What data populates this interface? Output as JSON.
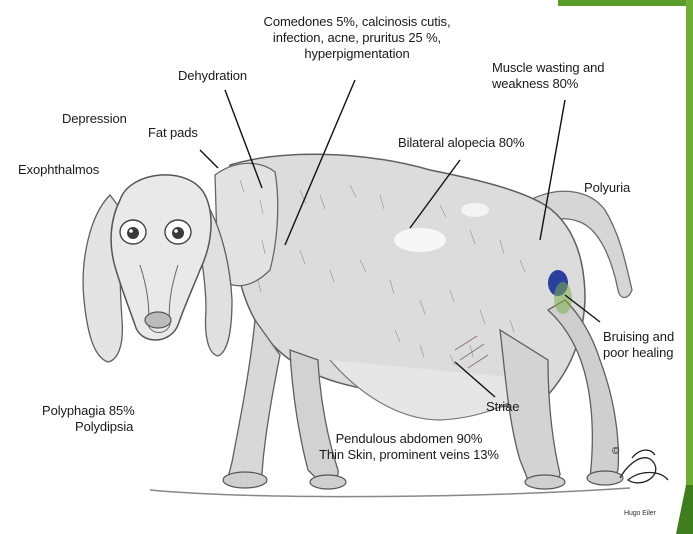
{
  "labels": {
    "comedones": [
      "Comedones 5%, calcinosis cutis,",
      "infection, acne, pruritus 25 %,",
      "hyperpigmentation"
    ],
    "dehydration": "Dehydration",
    "muscle": [
      "Muscle wasting and",
      "weakness 80%"
    ],
    "depression": "Depression",
    "fat_pads": "Fat pads",
    "exophthalmos": "Exophthalmos",
    "alopecia": "Bilateral alopecia 80%",
    "polyuria": "Polyuria",
    "bruising": [
      "Bruising and",
      "poor healing"
    ],
    "polyphagia": "Polyphagia 85%",
    "polydipsia": "Polydipsia",
    "striae": "Striae",
    "pendulous": [
      "Pendulous abdomen 90%",
      "Thin Skin, prominent veins 13%"
    ]
  },
  "credit": {
    "copyright": "©",
    "artist_line": "Hugo Eiler"
  },
  "colors": {
    "accent_green": "#5a9b2a",
    "bruise_blue": "#2a3f9e",
    "sketch": "#5c5c5c",
    "fur": "#d9d9d9"
  }
}
